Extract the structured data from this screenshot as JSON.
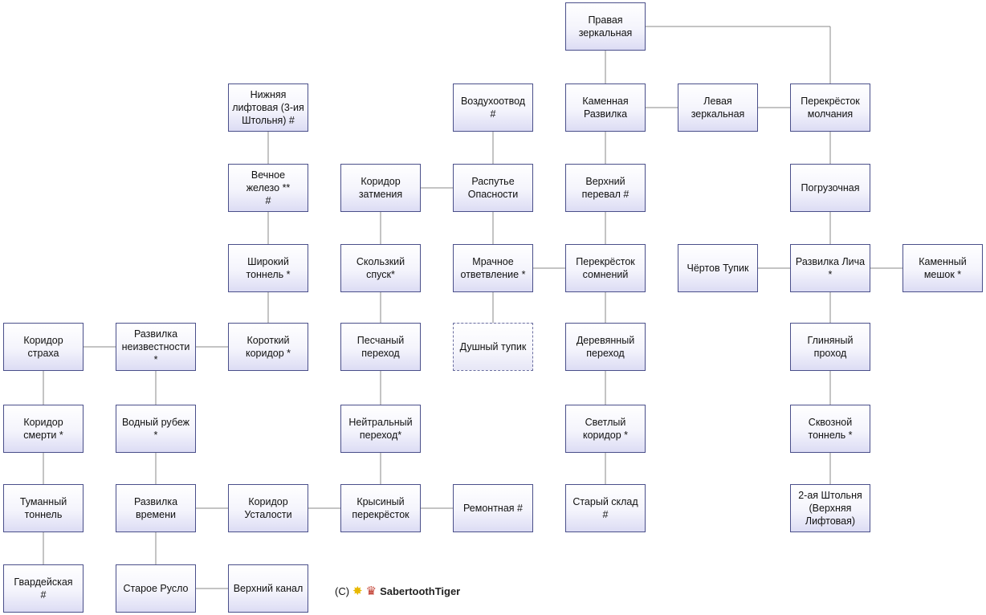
{
  "nodes": {
    "pravaya_zerk": "Правая\nзеркальная",
    "nizh_lift": "Нижняя\nлифтовая (3-ия\nШтольня) #",
    "vozduh": "Воздухоотвод\n#",
    "kam_razv": "Каменная\nРазвилка",
    "lev_zerk": "Левая\nзеркальная",
    "perek_molch": "Перекрёсток\nмолчания",
    "vech_zhel": "Вечное\nжелезо **\n#",
    "kor_zatm": "Коридор\nзатмения",
    "rasp_opas": "Распутье\nОпасности",
    "verh_perev": "Верхний\nперевал #",
    "pogruz": "Погрузочная",
    "shir_tonn": "Широкий\nтоннель *",
    "skol_spusk": "Скользкий\nспуск*",
    "mrach_otv": "Мрачное\nответвление *",
    "perek_somn": "Перекрёсток\nсомнений",
    "chert_tup": "Чёртов Тупик",
    "razv_licha": "Развилка Лича\n*",
    "kam_mesh": "Каменный\nмешок *",
    "kor_strah": "Коридор\nстраха",
    "razv_neizv": "Развилка\nнеизвестности\n*",
    "kor_kor": "Короткий\nкоридор *",
    "pesch_per": "Песчаный\nпереход",
    "dush_tup": "Душный тупик",
    "der_per": "Деревянный\nпереход",
    "glin_pr": "Глиняный\nпроход",
    "kor_smert": "Коридор\nсмерти *",
    "vodn_rub": "Водный рубеж\n*",
    "neitr_per": "Нейтральный\nпереход*",
    "svetl_kor": "Светлый\nкоридор *",
    "skvoz_tonn": "Сквозной\nтоннель *",
    "tuman_tonn": "Туманный\nтоннель",
    "razv_vrem": "Развилка\nвремени",
    "kor_ust": "Коридор\nУсталости",
    "krys_perek": "Крысиный\nперекрёсток",
    "remont": "Ремонтная #",
    "star_sklad": "Старый склад\n#",
    "shtol2": "2-ая Штольня\n(Верхняя\nЛифтовая)",
    "gvard": "Гвардейская\n#",
    "star_ruslo": "Старое Русло",
    "verh_kanal": "Верхний канал"
  },
  "credit": {
    "copyright": "(C)",
    "author": "SabertoothTiger",
    "icons": [
      "sun-icon",
      "crown-icon"
    ]
  },
  "colors": {
    "node_border": "#4a4f8a",
    "node_fill_bottom": "#dcdcf4",
    "edge": "#8a8a8a"
  }
}
